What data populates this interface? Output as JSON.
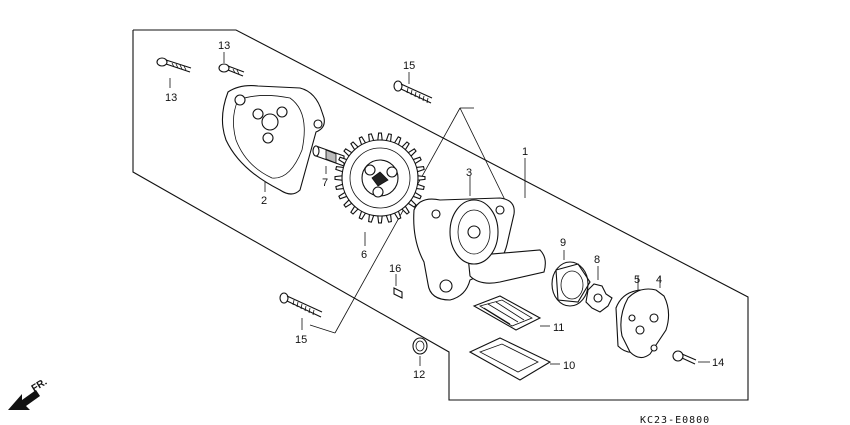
{
  "diagram_code": "KC23-E0800",
  "direction_marker": "FR.",
  "callouts": [
    {
      "id": "c1",
      "text": "1"
    },
    {
      "id": "c2",
      "text": "2"
    },
    {
      "id": "c3",
      "text": "3"
    },
    {
      "id": "c4",
      "text": "4"
    },
    {
      "id": "c5",
      "text": "5"
    },
    {
      "id": "c6",
      "text": "6"
    },
    {
      "id": "c7",
      "text": "7"
    },
    {
      "id": "c8",
      "text": "8"
    },
    {
      "id": "c9",
      "text": "9"
    },
    {
      "id": "c10",
      "text": "10"
    },
    {
      "id": "c11",
      "text": "11"
    },
    {
      "id": "c12",
      "text": "12"
    },
    {
      "id": "c13a",
      "text": "13"
    },
    {
      "id": "c13b",
      "text": "13"
    },
    {
      "id": "c14",
      "text": "14"
    },
    {
      "id": "c15a",
      "text": "15"
    },
    {
      "id": "c15b",
      "text": "15"
    },
    {
      "id": "c16",
      "text": "16"
    }
  ]
}
